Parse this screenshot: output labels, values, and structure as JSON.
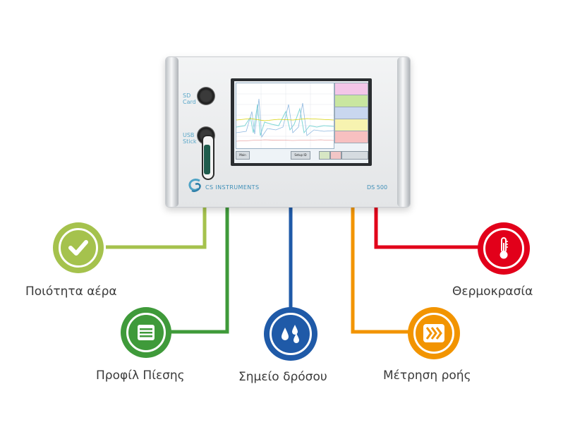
{
  "device": {
    "sd_label_1": "SD",
    "sd_label_2": "Card",
    "usb_label_1": "USB",
    "usb_label_2": "Stick",
    "brand": "CS INSTRUMENTS",
    "model": "DS 500",
    "screen_main_label": "Main",
    "screen_setup_label": "Setup ID"
  },
  "colors": {
    "air_quality": "#a5c24d",
    "pressure_profile": "#3f9a3a",
    "dew_point": "#1f5aa8",
    "flow_measurement": "#f29400",
    "temperature": "#e2001a"
  },
  "features": [
    {
      "label": "Ποιότητα αέρα",
      "icon": "checkmark-icon"
    },
    {
      "label": "Προφίλ Πίεσης",
      "icon": "list-icon"
    },
    {
      "label": "Σημείο δρόσου",
      "icon": "water-drops-icon"
    },
    {
      "label": "Μέτρηση ροής",
      "icon": "flow-chevrons-icon"
    },
    {
      "label": "Θερμοκρασία",
      "icon": "thermometer-icon"
    }
  ]
}
